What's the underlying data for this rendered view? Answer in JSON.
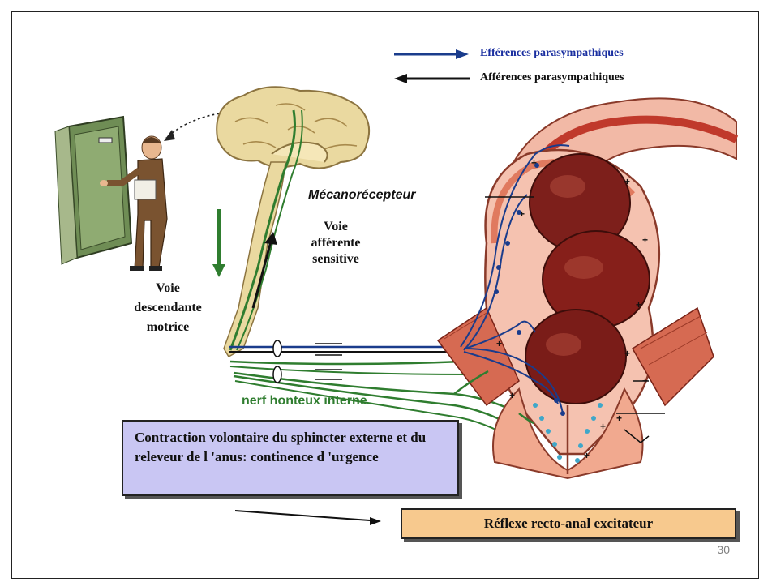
{
  "legend": {
    "efferent": "Efférences parasympathiques",
    "afferent": "Afférences parasympathiques",
    "efferent_color": "#1a3c8c",
    "afferent_color": "#111111"
  },
  "labels": {
    "mecanorecepteur": "Mécanorécepteur",
    "voie_afferente": [
      "Voie",
      "afférente",
      "sensitive"
    ],
    "voie_descendante": [
      "Voie",
      "descendante",
      "motrice"
    ],
    "nerf_honteux": "nerf honteux interne"
  },
  "boxes": {
    "contraction": "Contraction volontaire du sphincter externe et du releveur de l 'anus: continence d 'urgence",
    "reflexe": "Réflexe recto-anal excitateur"
  },
  "page_number": "30",
  "colors": {
    "contraction_box_bg": "#c9c6f3",
    "reflexe_box_bg": "#f7c98e",
    "motor_nerve": "#2f7d2f"
  }
}
